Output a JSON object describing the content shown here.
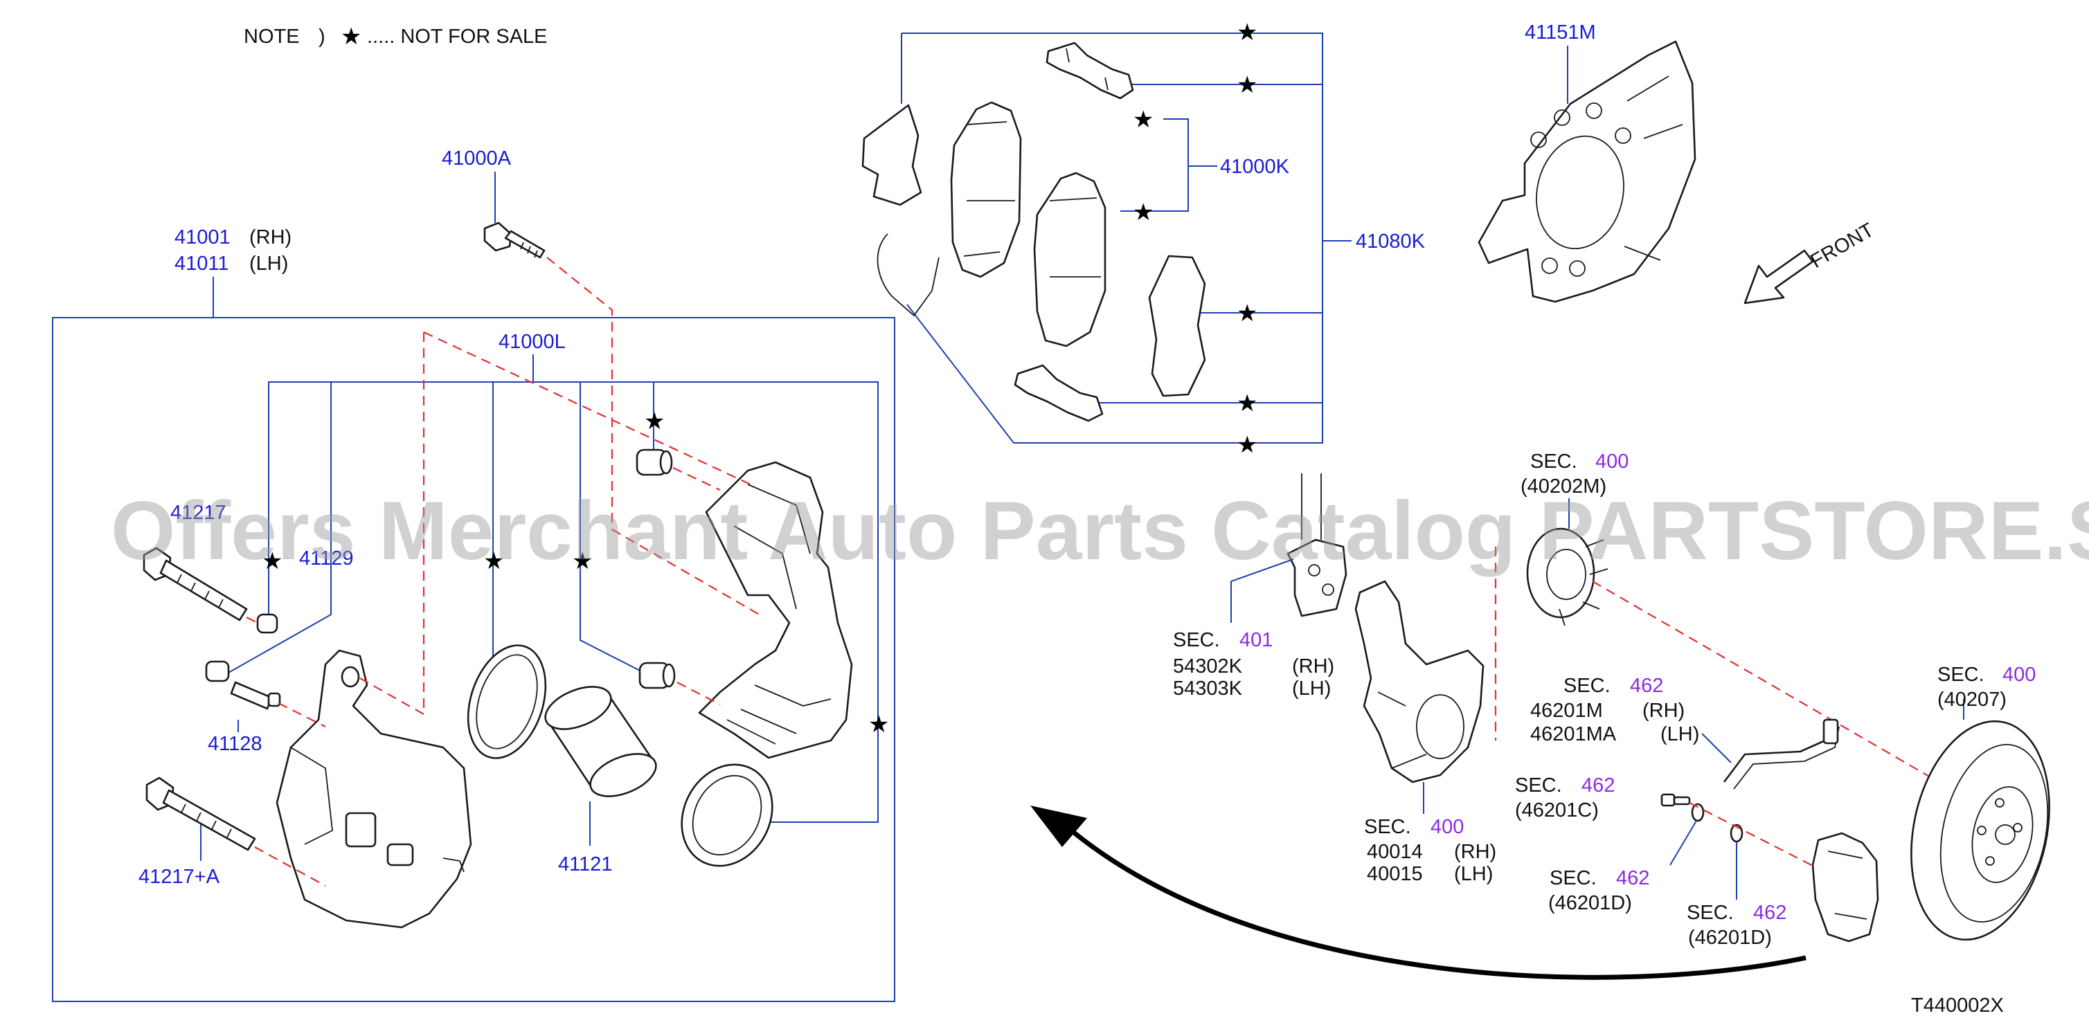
{
  "note": {
    "prefix": "NOTE",
    "paren": ")",
    "star": "★",
    "text": "..... NOT FOR SALE"
  },
  "watermark": "Offers Merchant Auto Parts Catalog PARTSTORE.SA",
  "diagram_id": "T440002X",
  "front_label": "FRONT",
  "star_symbol": "★",
  "parts": {
    "p41000A": "41000A",
    "p41001": "41001",
    "p41001_side": "(RH)",
    "p41011": "41011",
    "p41011_side": "(LH)",
    "p41000L": "41000L",
    "p41217": "41217",
    "p41129": "41129",
    "p41128": "41128",
    "p41217A": "41217+A",
    "p41121": "41121",
    "p41000K": "41000K",
    "p41080K": "41080K",
    "p41151M": "41151M"
  },
  "sections": {
    "sec_word": "SEC.",
    "sec400_hub": {
      "num": "400",
      "part": "(40202M)"
    },
    "sec401": {
      "num": "401",
      "part1": "54302K",
      "side1": "(RH)",
      "part2": "54303K",
      "side2": "(LH)"
    },
    "sec462_hose": {
      "num": "462",
      "part1": "46201M",
      "side1": "(RH)",
      "part2": "46201MA",
      "side2": "(LH)"
    },
    "sec462_c": {
      "num": "462",
      "part": "(46201C)"
    },
    "sec462_d1": {
      "num": "462",
      "part": "(46201D)"
    },
    "sec462_d2": {
      "num": "462",
      "part": "(46201D)"
    },
    "sec400_knuckle": {
      "num": "400",
      "part1": "40014",
      "side1": "(RH)",
      "part2": "40015",
      "side2": "(LH)"
    },
    "sec400_rotor": {
      "num": "400",
      "part": "(40207)"
    }
  },
  "colors": {
    "part_number": "#1a1ad6",
    "section_number": "#8a2be2",
    "leader_line": "#1f3fb0",
    "dashed_guide": "#e23030"
  }
}
